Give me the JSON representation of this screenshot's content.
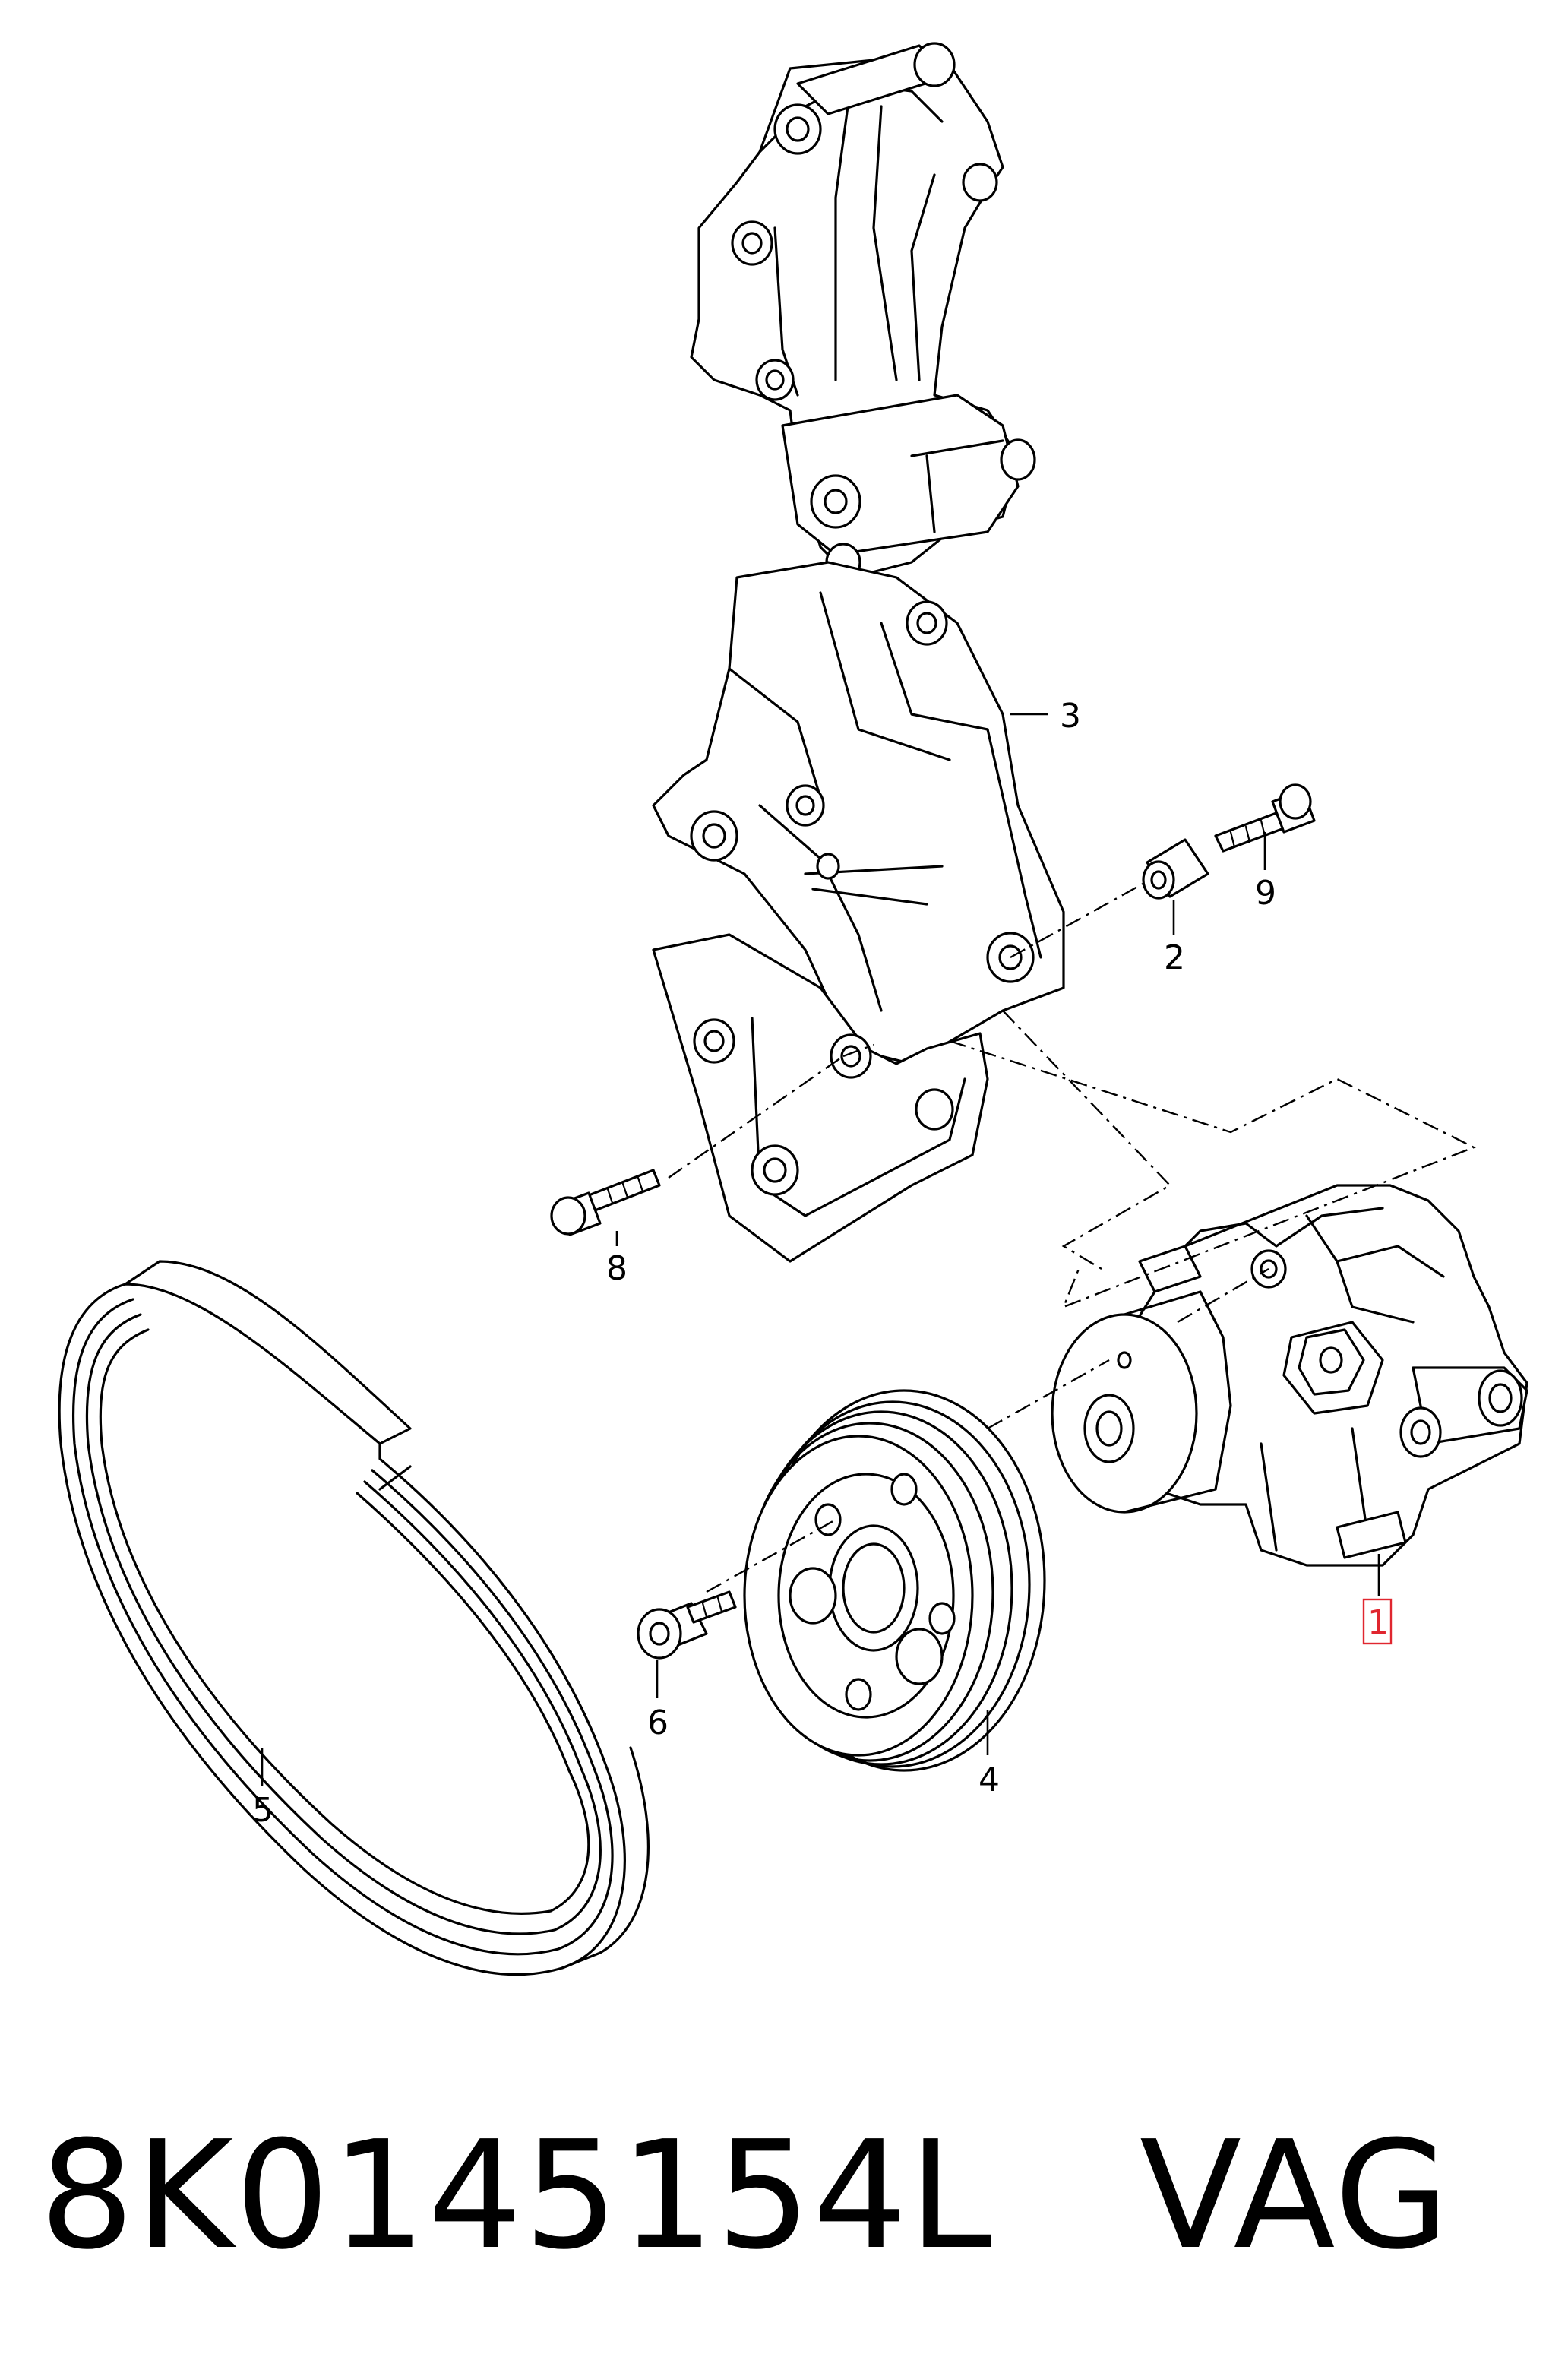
{
  "callouts": {
    "c1": "1",
    "c2": "2",
    "c3": "3",
    "c4": "4",
    "c5": "5",
    "c6": "6",
    "c8": "8",
    "c9": "9"
  },
  "footer": {
    "part_number": "8K0145154L",
    "brand": "VAG"
  },
  "colors": {
    "line": "#000000",
    "highlight": "#e0262f",
    "background": "#ffffff"
  }
}
